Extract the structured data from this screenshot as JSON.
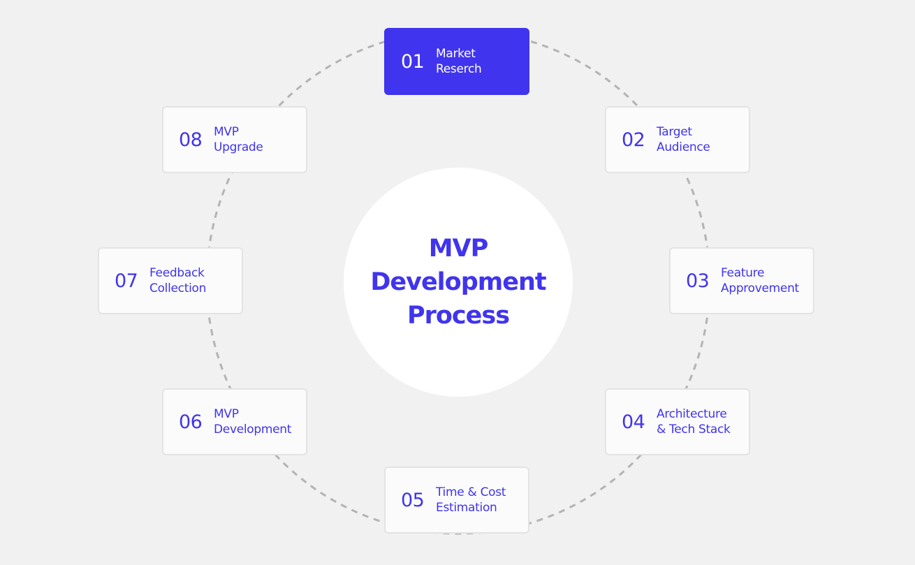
{
  "title": "MVP\nDevelopment\nProcess",
  "colors": {
    "accent": "#4034ee",
    "background": "#f1f1f1",
    "card": "#fbfbfb",
    "ring": "#b3b3b3"
  },
  "steps": [
    {
      "number": "01",
      "label": "Market\nReserch",
      "active": true
    },
    {
      "number": "02",
      "label": "Target\nAudience",
      "active": false
    },
    {
      "number": "03",
      "label": "Feature\nApprovement",
      "active": false
    },
    {
      "number": "04",
      "label": "Architecture\n& Tech Stack",
      "active": false
    },
    {
      "number": "05",
      "label": "Time & Cost\nEstimation",
      "active": false
    },
    {
      "number": "06",
      "label": "MVP\nDevelopment",
      "active": false
    },
    {
      "number": "07",
      "label": "Feedback\nCollection",
      "active": false
    },
    {
      "number": "08",
      "label": "MVP\nUpgrade",
      "active": false
    }
  ]
}
